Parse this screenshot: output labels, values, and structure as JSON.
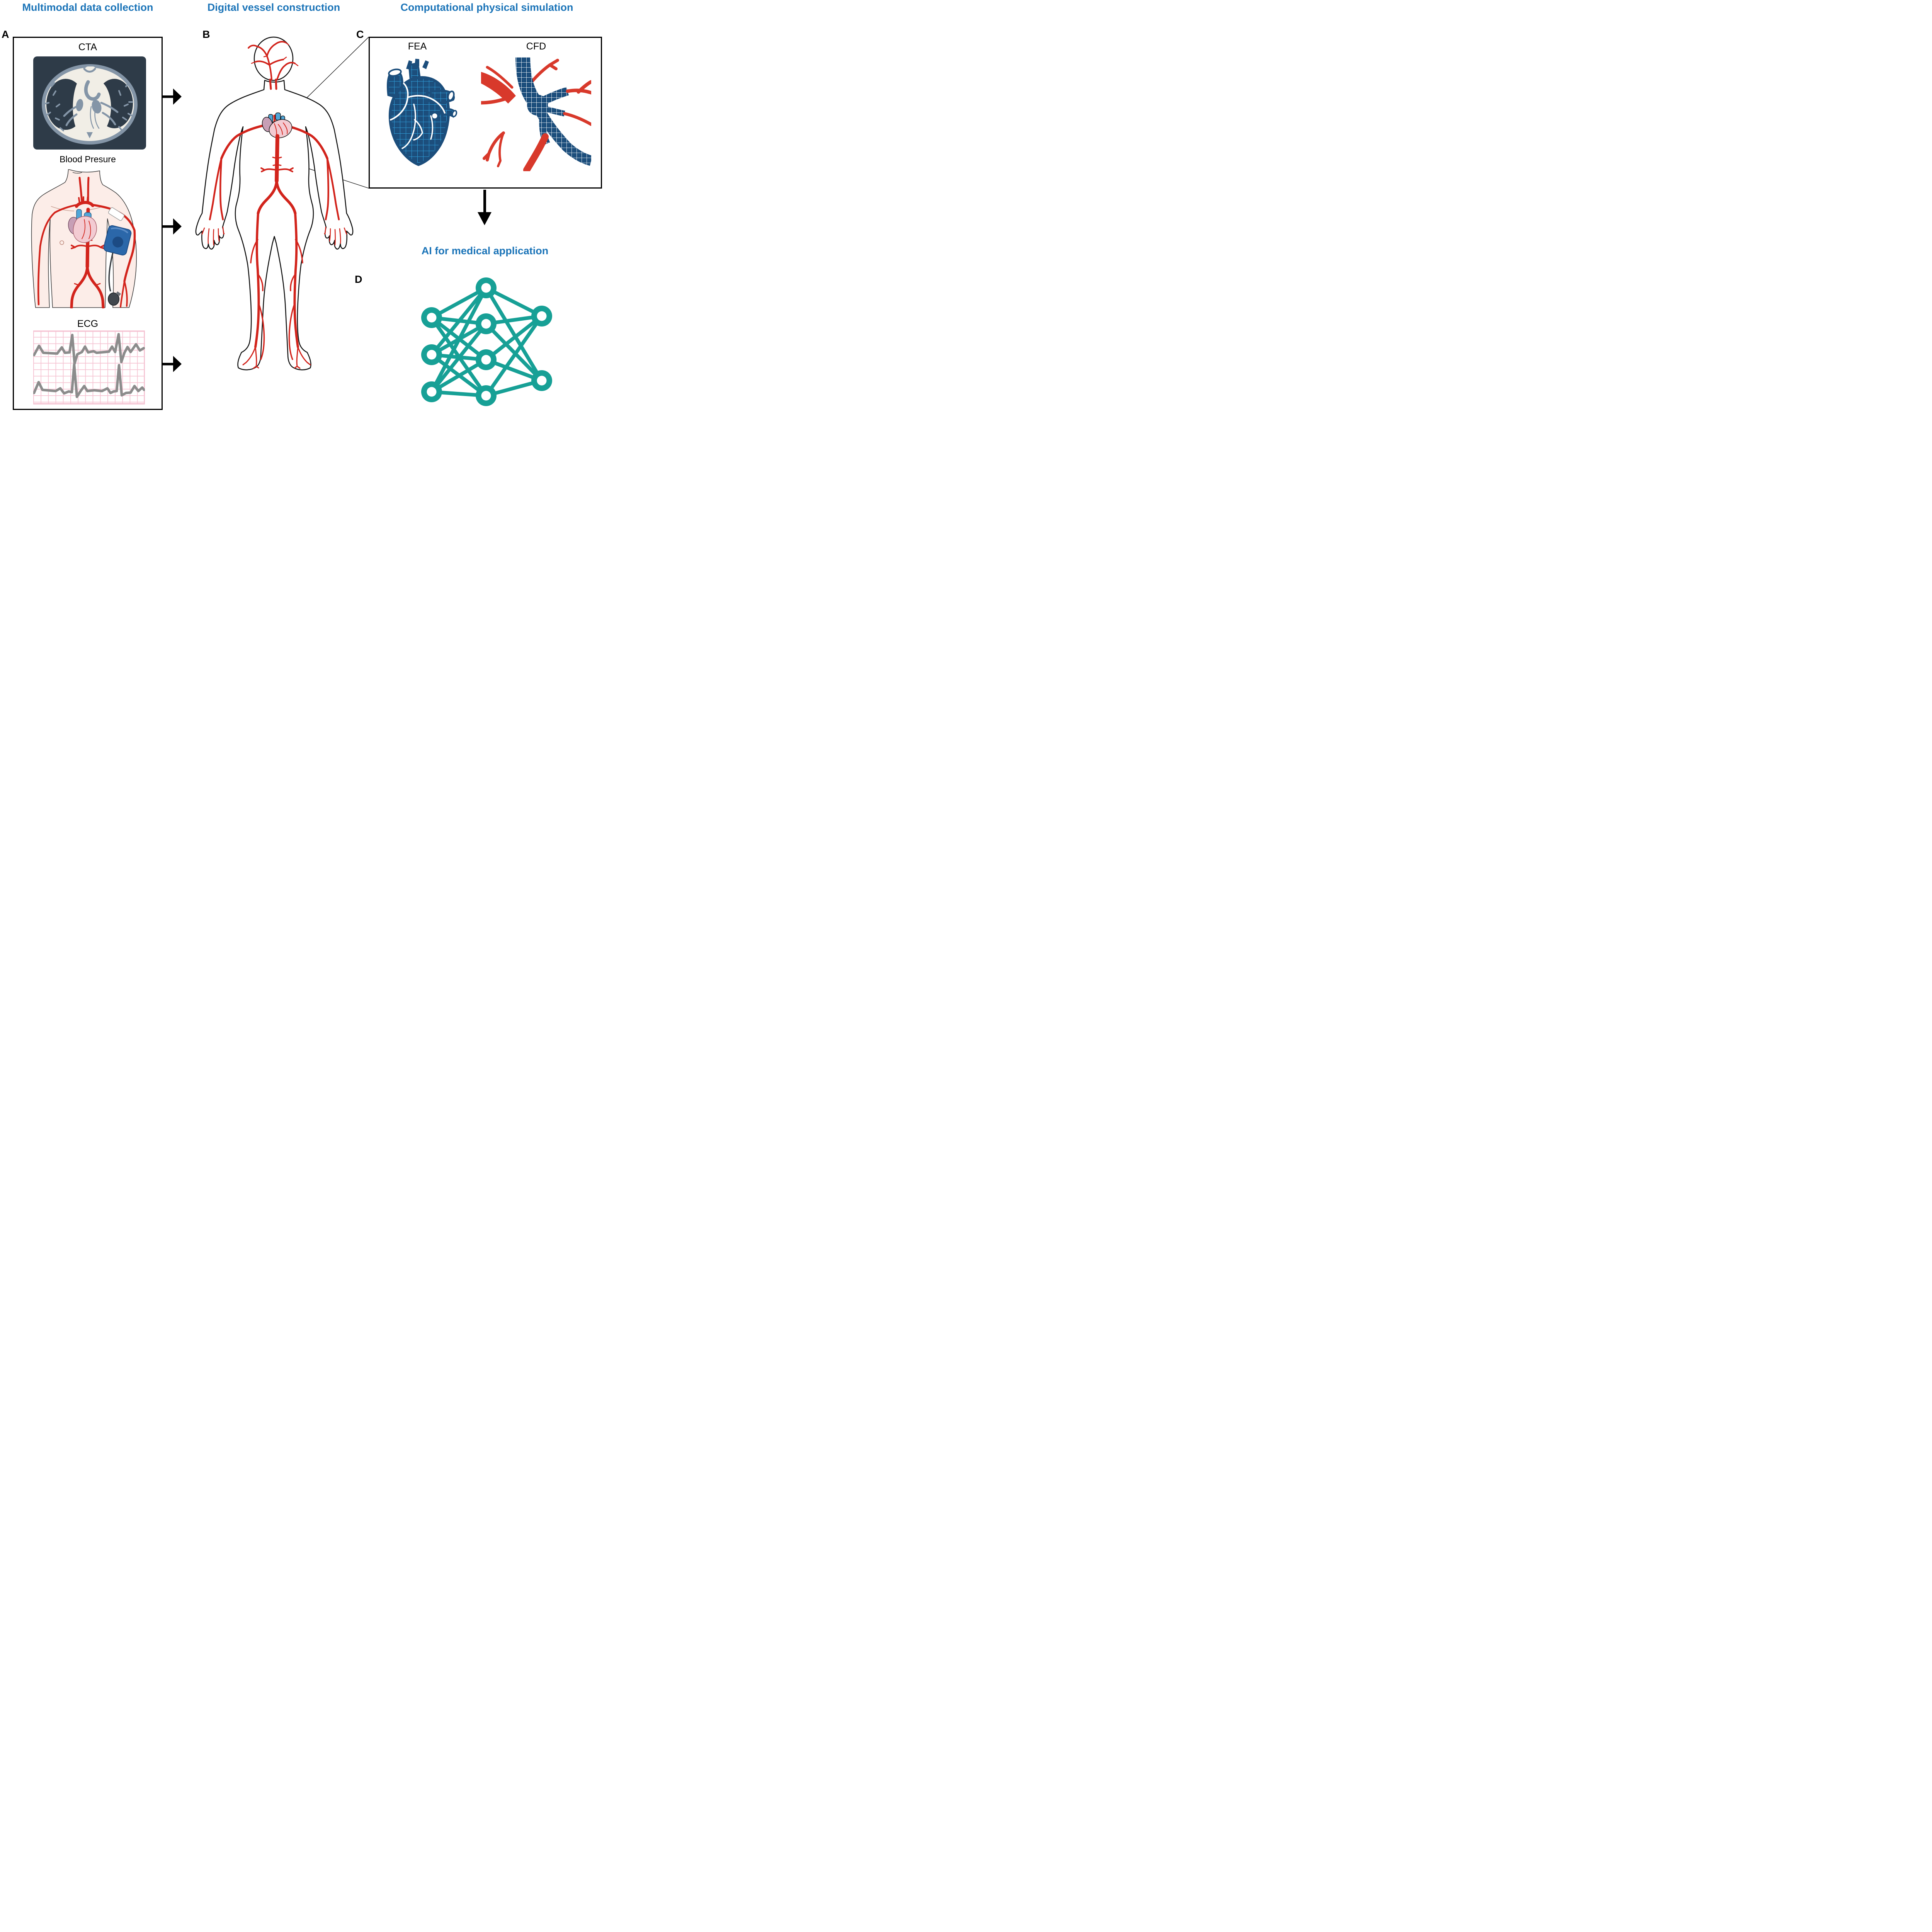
{
  "titles": {
    "col_a": "Multimodal data collection",
    "col_b": "Digital vessel construction",
    "col_c": "Computational physical simulation",
    "panel_d": "AI for medical application"
  },
  "panel_letters": {
    "a": "A",
    "b": "B",
    "c": "C",
    "d": "D"
  },
  "panel_a_labels": {
    "cta": "CTA",
    "blood_pressure": "Blood Presure",
    "ecg": "ECG"
  },
  "panel_c_labels": {
    "fea": "FEA",
    "cfd": "CFD"
  },
  "icons": {
    "cta_image": "ct-scan-axial-chest-illustration",
    "blood_pressure_image": "torso-with-blood-pressure-cuff-illustration",
    "ecg_image": "ecg-waveform-on-pink-grid-illustration",
    "body_image": "human-arterial-tree-illustration",
    "fea_image": "fea-meshed-heart-illustration",
    "cfd_image": "cfd-meshed-vessel-tree-illustration",
    "nn_image": "neural-network-illustration",
    "flow_arrow": "black-right-arrow",
    "down_arrow": "black-down-arrow",
    "callout": "zoom-callout-lines"
  },
  "neural_network": {
    "layers": [
      3,
      4,
      2
    ]
  },
  "colors": {
    "accent_blue": "#1B74B8",
    "artery_red": "#D2241C",
    "cfd_red": "#D8392B",
    "fea_navy": "#1C4E7C",
    "mesh_blue": "#2E9BD6",
    "nn_teal": "#17A096",
    "cta_navy": "#2E3B48",
    "cta_cream": "#F1EEE6",
    "cta_slate": "#8495A7",
    "ecg_pink": "#F5C3D2",
    "ecg_gray": "#8C8C8C",
    "skin_pink": "#FCEDE8",
    "cuff_blue": "#2B67A9",
    "cuff_navy": "#1C4B84",
    "heart_pink": "#F3CBD2",
    "heart_mauve": "#C79FB6",
    "vein_blue": "#4FA6D9",
    "outline_black": "#111111"
  }
}
